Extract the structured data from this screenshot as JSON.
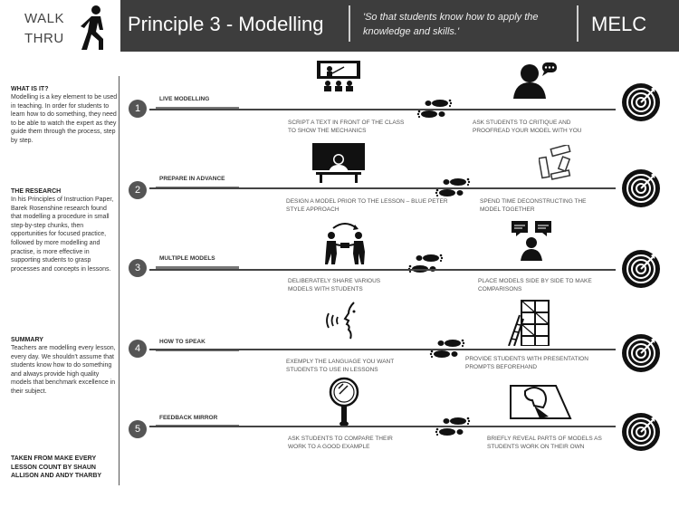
{
  "header": {
    "walk_line1": "WALK",
    "walk_line2": "THRU",
    "title": "Principle 3 - Modelling",
    "quote": "'So that students know how to apply the knowledge and skills.'",
    "brand": "MELC"
  },
  "sidebar": {
    "what_heading": "WHAT IS IT?",
    "what_text": "Modelling is a key element to be used in teaching. In order for students to learn how to do something, they need to be able to watch the expert as they guide them through the process, step by step.",
    "research_heading": "THE RESEARCH",
    "research_text": "In his Principles of Instruction Paper, Barek Rosenshine research found that modelling a procedure in small step-by-step chunks, then opportunities for focused practice, followed by more modelling and practise, is more effective in supporting students to grasp processes and concepts in lessons.",
    "summary_heading": "SUMMARY",
    "summary_text": "Teachers are modelling every lesson, every day. We shouldn't assume that students know how to do something and always provide high quality models that benchmark excellence in their subject.",
    "source_text": "TAKEN FROM MAKE EVERY LESSON COUNT BY SHAUN ALLISON AND ANDY THARBY"
  },
  "steps": [
    {
      "number": "1",
      "title": "LIVE MODELLING",
      "left_caption": "SCRIPT A TEXT IN FRONT OF THE CLASS TO SHOW THE MECHANICS",
      "right_caption": "ASK STUDENTS TO CRITIQUE AND PROOFREAD YOUR MODEL WITH YOU"
    },
    {
      "number": "2",
      "title": "PREPARE IN ADVANCE",
      "left_caption": "DESIGN A MODEL PRIOR TO THE LESSON – BLUE PETER STYLE APPROACH",
      "right_caption": "SPEND TIME DECONSTRUCTING THE MODEL TOGETHER"
    },
    {
      "number": "3",
      "title": "MULTIPLE MODELS",
      "left_caption": "DELIBERATELY SHARE VARIOUS MODELS WITH STUDENTS",
      "right_caption": "PLACE MODELS SIDE BY SIDE TO MAKE COMPARISONS"
    },
    {
      "number": "4",
      "title": "HOW TO SPEAK",
      "left_caption": "EXEMPLY THE LANGUAGE YOU WANT STUDENTS TO USE IN LESSONS",
      "right_caption": "PROVIDE STUDENTS WITH PRESENTATION PROMPTS BEFOREHAND"
    },
    {
      "number": "5",
      "title": "FEEDBACK MIRROR",
      "left_caption": "ASK STUDENTS TO COMPARE THEIR WORK TO A GOOD EXAMPLE",
      "right_caption": "BRIEFLY REVEAL PARTS OF MODELS AS STUDENTS WORK ON THEIR OWN"
    }
  ],
  "icons": {
    "walker": "walking-person-icon",
    "step_left": [
      "teacher-presenting-icon",
      "person-at-desk-icon",
      "people-exchanging-icon",
      "speaking-face-icon",
      "hand-mirror-icon"
    ],
    "step_right": [
      "person-speech-bubble-icon",
      "pieces-deconstructed-icon",
      "comparison-boards-icon",
      "scaffolding-icon",
      "partial-reveal-icon"
    ],
    "footsteps": "footsteps-icon",
    "target": "target-arrow-icon"
  },
  "colors": {
    "header_bg": "#3d3d3d",
    "step_circle": "#555555",
    "text": "#222222"
  }
}
